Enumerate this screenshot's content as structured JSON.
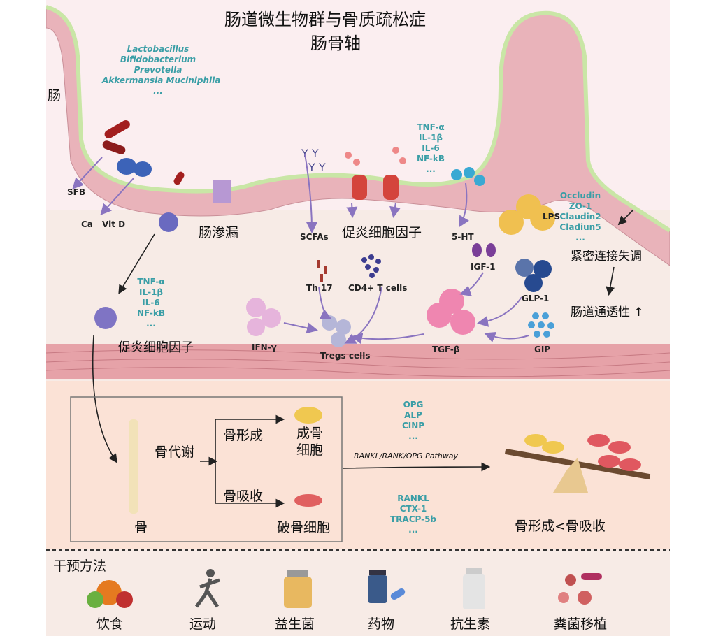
{
  "title": {
    "line1": "肠道微生物群与骨质疏松症",
    "line2": "肠骨轴"
  },
  "gut": {
    "label": "肠",
    "bacteria": [
      "Lactobacillus",
      "Bifidobacterium",
      "Prevotella",
      "Akkermansia Muciniphila",
      "..."
    ],
    "sfb": "SFB",
    "ca": "Ca",
    "vitd": "Vit D",
    "leak": "肠渗漏",
    "scfas": "SCFAs",
    "cytokines_label": "促炎细胞因子",
    "serotonin": "5-HT",
    "cytokines_top": [
      "TNF-α",
      "IL-1β",
      "IL-6",
      "NF-kB",
      "..."
    ],
    "lps": "LPS",
    "tight_junction": [
      "Occludin",
      "ZO-1",
      "Claudin2",
      "Cladiun5",
      "..."
    ],
    "tj_dysfunction": "紧密连接失调",
    "permeability": "肠道通透性 ↑"
  },
  "immune": {
    "cytokines_left": [
      "TNF-α",
      "IL-1β",
      "IL-6",
      "NF-kB",
      "..."
    ],
    "cytokines_left_label": "促炎细胞因子",
    "th17": "Th 17",
    "cd4": "CD4+ T cells",
    "ifn": "IFN-γ",
    "tregs": "Tregs cells",
    "igf": "IGF-1",
    "glp": "GLP-1",
    "gip": "GIP",
    "tgf": "TGF-β"
  },
  "bone": {
    "bone": "骨",
    "metabolism": "骨代谢",
    "formation": "骨形成",
    "resorption": "骨吸收",
    "osteoblast": "成骨\n细胞",
    "osteoclast": "破骨细胞",
    "formation_markers": [
      "OPG",
      "ALP",
      "CINP",
      "..."
    ],
    "resorption_markers": [
      "RANKL",
      "CTX-1",
      "TRACP-5b",
      "..."
    ],
    "pathway": "RANKL/RANK/OPG Pathway",
    "balance": "骨形成<骨吸收"
  },
  "intervention": {
    "title": "干预方法",
    "items": [
      "饮食",
      "运动",
      "益生菌",
      "药物",
      "抗生素",
      "粪菌移植"
    ]
  },
  "colors": {
    "teal": "#3a9ea6",
    "arrow": "#8a74c0",
    "pink_bg": "#fbeef0",
    "peach_bg": "#fbe2d6"
  }
}
